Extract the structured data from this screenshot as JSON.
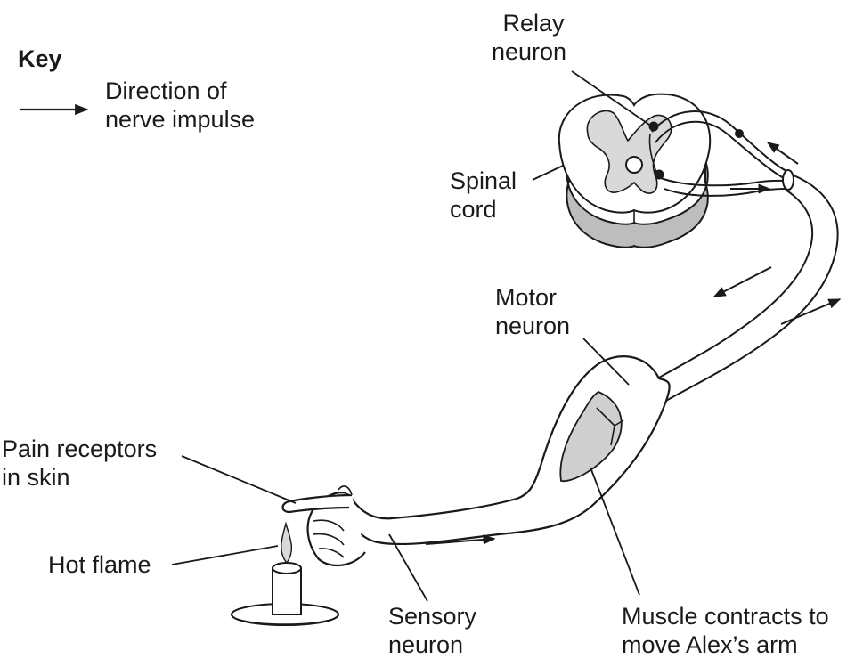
{
  "key": {
    "title": "Key",
    "arrow_meaning_line1": "Direction of",
    "arrow_meaning_line2": "nerve impulse"
  },
  "labels": {
    "relay_neuron": [
      "Relay",
      "neuron"
    ],
    "spinal_cord": [
      "Spinal",
      "cord"
    ],
    "motor_neuron": [
      "Motor",
      "neuron"
    ],
    "pain_receptors": [
      "Pain receptors",
      "in skin"
    ],
    "hot_flame": [
      "Hot flame"
    ],
    "sensory_neuron": [
      "Sensory",
      "neuron"
    ],
    "muscle": [
      "Muscle contracts to",
      "move Alex’s arm"
    ]
  },
  "colors": {
    "ink": "#1a1a1a",
    "grey_matter": "#d9d9d9",
    "muscle_fill": "#cfcfcf",
    "cord_side": "#bdbdbd"
  }
}
